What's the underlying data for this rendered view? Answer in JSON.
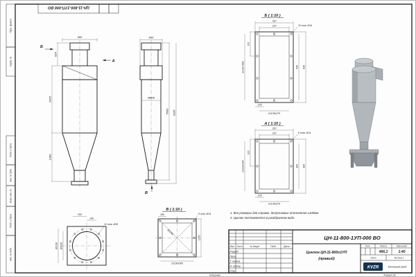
{
  "sheet": {
    "stamp_designation": "ЦН-11-800-1УП-000 ВО",
    "copied": "Копировал",
    "format": "Формат А3"
  },
  "margin_labels": {
    "perv": "Перв. примен.",
    "sprav": "Справ. №",
    "podp1": "Подп. и дата",
    "inv_dubl": "Инв. № дубл.",
    "vzam": "Взам. инв. №",
    "podp2": "Подп. и дата",
    "inv_podl": "Инв. № подл."
  },
  "front_view": {
    "view_label_b": "Б",
    "view_label_a": "А",
    "dim_width_top": "960",
    "dim_inlet_height": "825",
    "dim_body_height": "3425",
    "dim_cone_height": "1390"
  },
  "side_view": {
    "dim_depth_top": "850",
    "dim_diameter": "Ø808",
    "dim_height_body": "5560",
    "dim_height_total": "6195",
    "view_label_v": "В"
  },
  "section_b": {
    "title": "Б ( 1:10 )",
    "dim_310": "310",
    "dim_210": "210",
    "holes_note": "10 отв. Ø14",
    "dim_197": "197",
    "dim_chain_left": "3х197х590",
    "dim_530": "530",
    "dim_630": "630",
    "dim_135": "135",
    "dim_chain_bottom": "2х135х270"
  },
  "section_a": {
    "title": "А ( 1:10 )",
    "dim_310": "310",
    "dim_210": "210",
    "holes_note": "8 отв. Ø14",
    "dim_223": "223",
    "dim_chain_left": "2х223х445",
    "dim_385": "385",
    "dim_485": "485",
    "dim_135": "135",
    "dim_chain_bottom": "2х135х270"
  },
  "view_v": {
    "title": "В ( 1:10 )",
    "holes_note": "8 отв. Ø14",
    "dim_150": "150",
    "dim_diag": "Ø1250",
    "dim_1250": "1250",
    "dim_chain_bottom": "2х150х300"
  },
  "flange_detail": {
    "dim_200": "200",
    "dim_140": "140",
    "holes_note": "12 отв. Ø18",
    "dim_dia_inner": "Ø1006",
    "dim_dia_outer": "Ø1130"
  },
  "notes": {
    "line1": "1. Все размеры для справок, допустимые отклонения ±100мм.",
    "line2": "2. Циклон поставляется в разобранном виде."
  },
  "title_block": {
    "designation": "ЦН-11-800-1УП-000 ВО",
    "name": "Циклон ЦН-11-800х1УП",
    "name2": "(правый)",
    "col_izm": "Изм.",
    "col_list": "Лист",
    "col_doc": "№ докум.",
    "col_podp": "Подп.",
    "col_data": "Дата",
    "row_razrab": "Разраб.",
    "row_prov": "Пров.",
    "row_tcontr": "Т. контр.",
    "row_ncontr": "Н. контр.",
    "row_utv": "Утв.",
    "lit": "Лит.",
    "mass_label": "Масса",
    "scale_label": "Масштаб",
    "mass_value": "466,1",
    "scale_value": "1:40",
    "sheet_label": "Лист",
    "sheets_label": "Листов 1",
    "logo": "KVZR",
    "company": "Котельный завод"
  }
}
